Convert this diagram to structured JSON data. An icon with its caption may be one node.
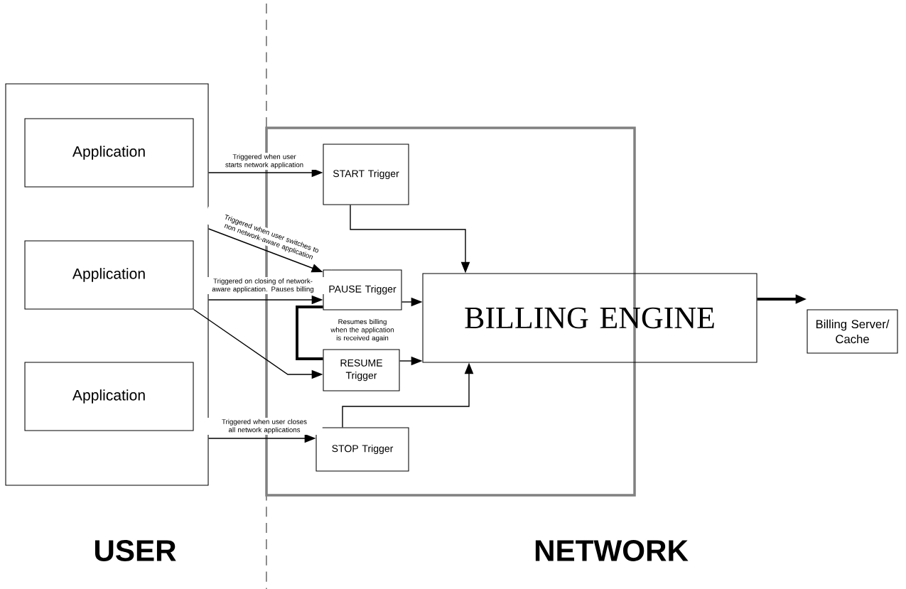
{
  "diagram": {
    "nodes": [
      {
        "text": [],
        "shape": "box"
      },
      {
        "text": [
          "Application"
        ],
        "in": 0
      },
      {
        "text": [
          "Application"
        ],
        "in": 0
      },
      {
        "text": [
          "Application"
        ],
        "in": 0
      },
      {
        "text": [],
        "shape": "box"
      },
      {
        "text": [
          "START Trigger"
        ],
        "in": 4
      },
      {
        "text": [
          "PAUSE Trigger"
        ],
        "in": 4
      },
      {
        "text": [
          "RESUME Trigger"
        ],
        "in": 4
      },
      {
        "text": [
          "STOP Trigger"
        ],
        "in": 4
      },
      {
        "text": [
          "BILLING ENGINE"
        ]
      },
      {
        "text": [
          "Billing Server/ Cache"
        ]
      }
    ],
    "edges": [
      {
        "from": 0,
        "to": 5,
        "arrow": "to",
        "label": "Triggered when user starts network application"
      },
      {
        "from": 0,
        "to": 6,
        "arrow": "to",
        "label": "Triggered when user switches to non network-aware application"
      },
      {
        "from": 0,
        "to": 6,
        "arrow": "to",
        "label": "Triggered on closing of network-aware application. Pauses billing"
      },
      {
        "from": 2,
        "to": 7,
        "arrow": "to"
      },
      {
        "from": 6,
        "to": 7,
        "arrow": "none",
        "style": "thick",
        "label": "Resumes billing when the application is received again"
      },
      {
        "from": 0,
        "to": 8,
        "arrow": "to",
        "label": "Triggered when user closes all network applications"
      },
      {
        "from": 5,
        "to": 9,
        "arrow": "to"
      },
      {
        "from": 6,
        "to": 9,
        "arrow": "to"
      },
      {
        "from": 7,
        "to": 9,
        "arrow": "to"
      },
      {
        "from": 8,
        "to": 9,
        "arrow": "to"
      },
      {
        "from": 9,
        "to": 10,
        "arrow": "to",
        "style": "thick"
      }
    ],
    "labels": [
      "USER",
      "NETWORK"
    ]
  }
}
